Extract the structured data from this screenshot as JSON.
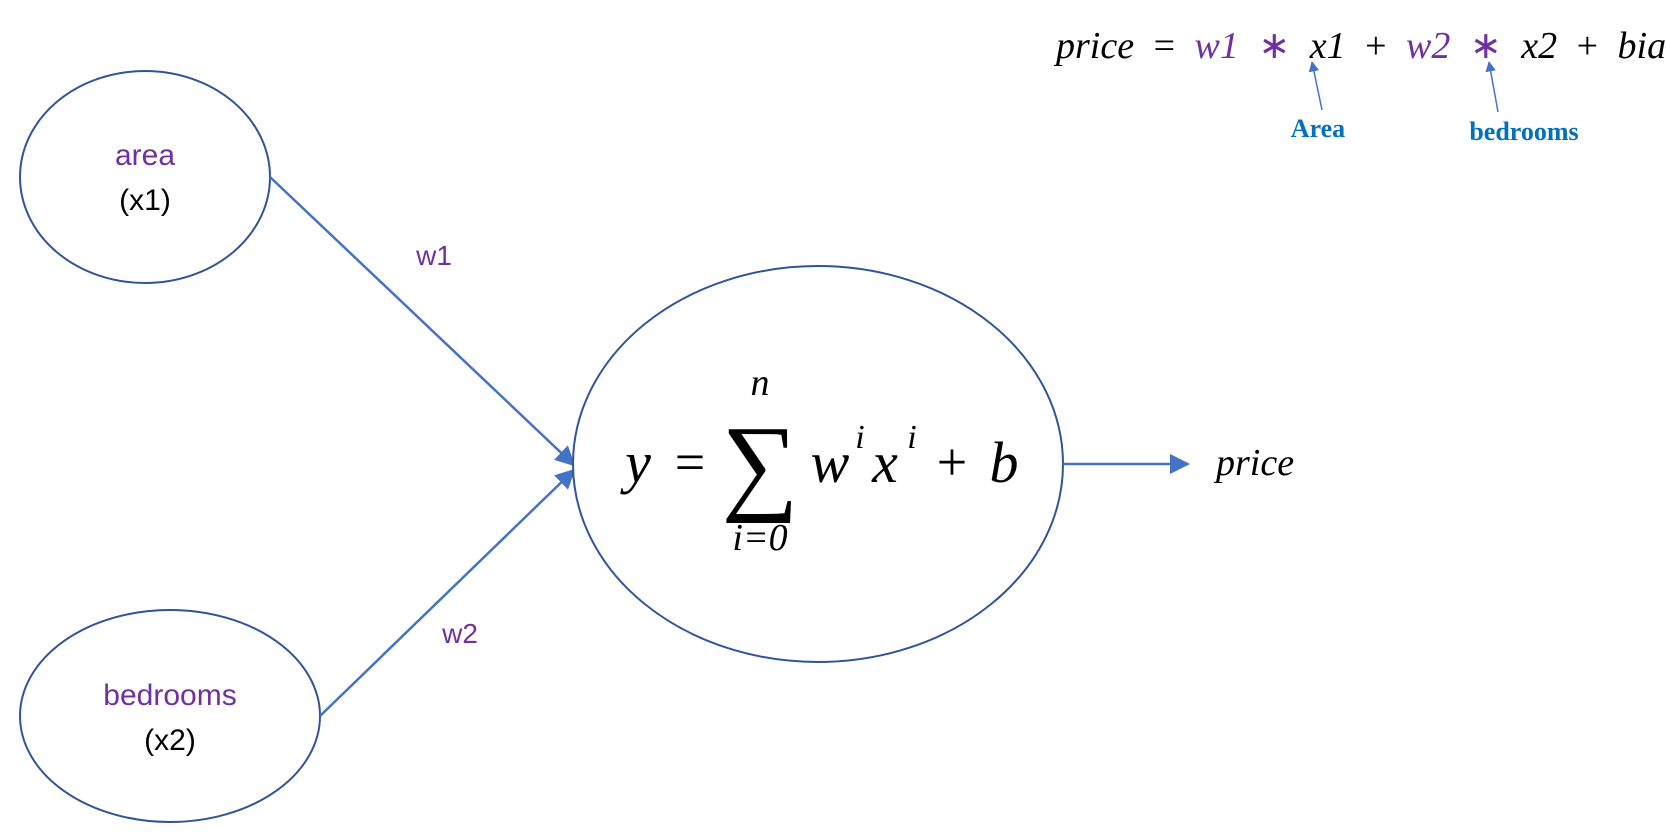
{
  "colors": {
    "node_stroke": "#2f5597",
    "edge": "#4472c4",
    "weight_text": "#7030a0",
    "input_label": "#7030a0",
    "annotation": "#0070c0",
    "text": "#000000"
  },
  "nodes": {
    "area": {
      "label": "area",
      "sub": "(x1)"
    },
    "bedrooms": {
      "label": "bedrooms",
      "sub": "(x2)"
    },
    "sum": {
      "lhs": "y",
      "eq": "=",
      "sigma": "∑",
      "upper": "n",
      "lower": "i=0",
      "w": "w",
      "w_sup": "i",
      "x": "x",
      "x_sup": "i",
      "plus": "+",
      "b": "b"
    }
  },
  "edges": {
    "w1": "w1",
    "w2": "w2"
  },
  "output": {
    "label": "price"
  },
  "formula": {
    "price": "price",
    "eq": "=",
    "w1": "w1",
    "mul1": "∗",
    "x1": "x1",
    "plus1": "+",
    "w2": "w2",
    "mul2": "∗",
    "x2": "x2",
    "plus2": "+",
    "bias": "bias"
  },
  "annotations": {
    "area": "Area",
    "bedrooms": "bedrooms"
  },
  "icons": {
    "arrowhead": "arrowhead-icon"
  }
}
